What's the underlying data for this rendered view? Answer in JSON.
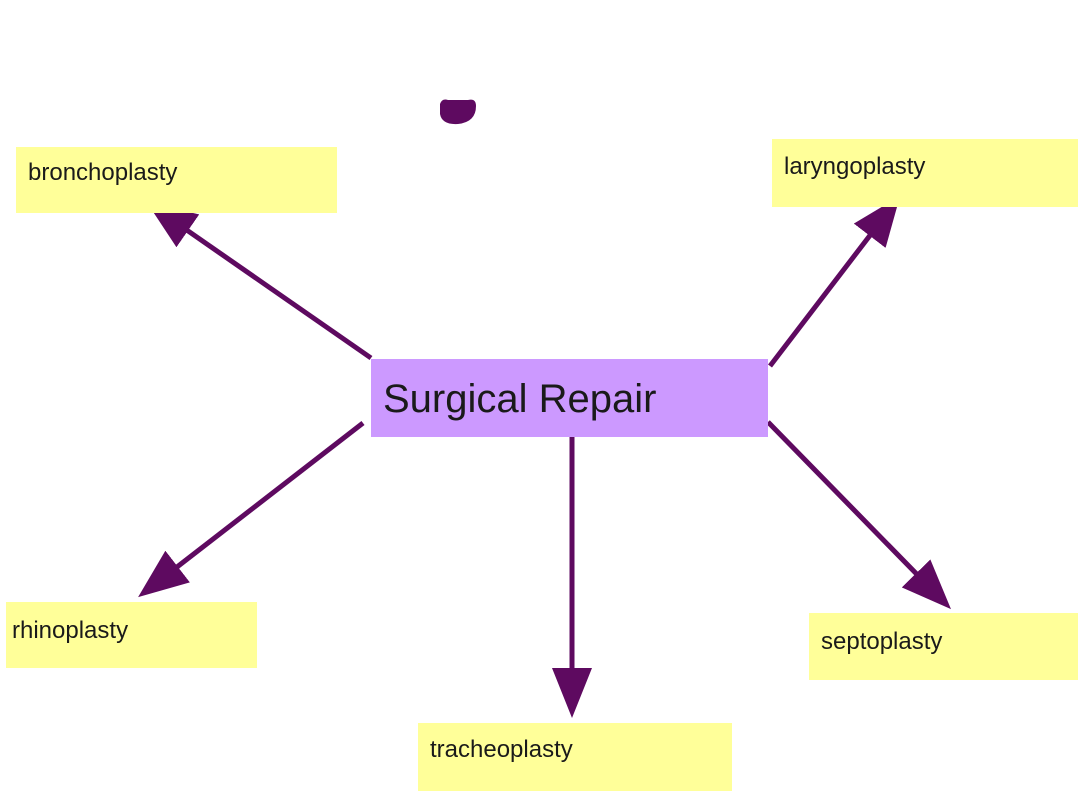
{
  "colors": {
    "arrow": "#5e0a60",
    "center_fill": "#cc99ff",
    "leaf_fill": "#ffff99",
    "title_fragment": "#5e0a60"
  },
  "center": {
    "label": "Surgical Repair"
  },
  "leaves": {
    "bronchoplasty": "bronchoplasty",
    "laryngoplasty": "laryngoplasty",
    "rhinoplasty": "rhinoplasty",
    "septoplasty": "septoplasty",
    "tracheoplasty": "tracheoplasty"
  }
}
